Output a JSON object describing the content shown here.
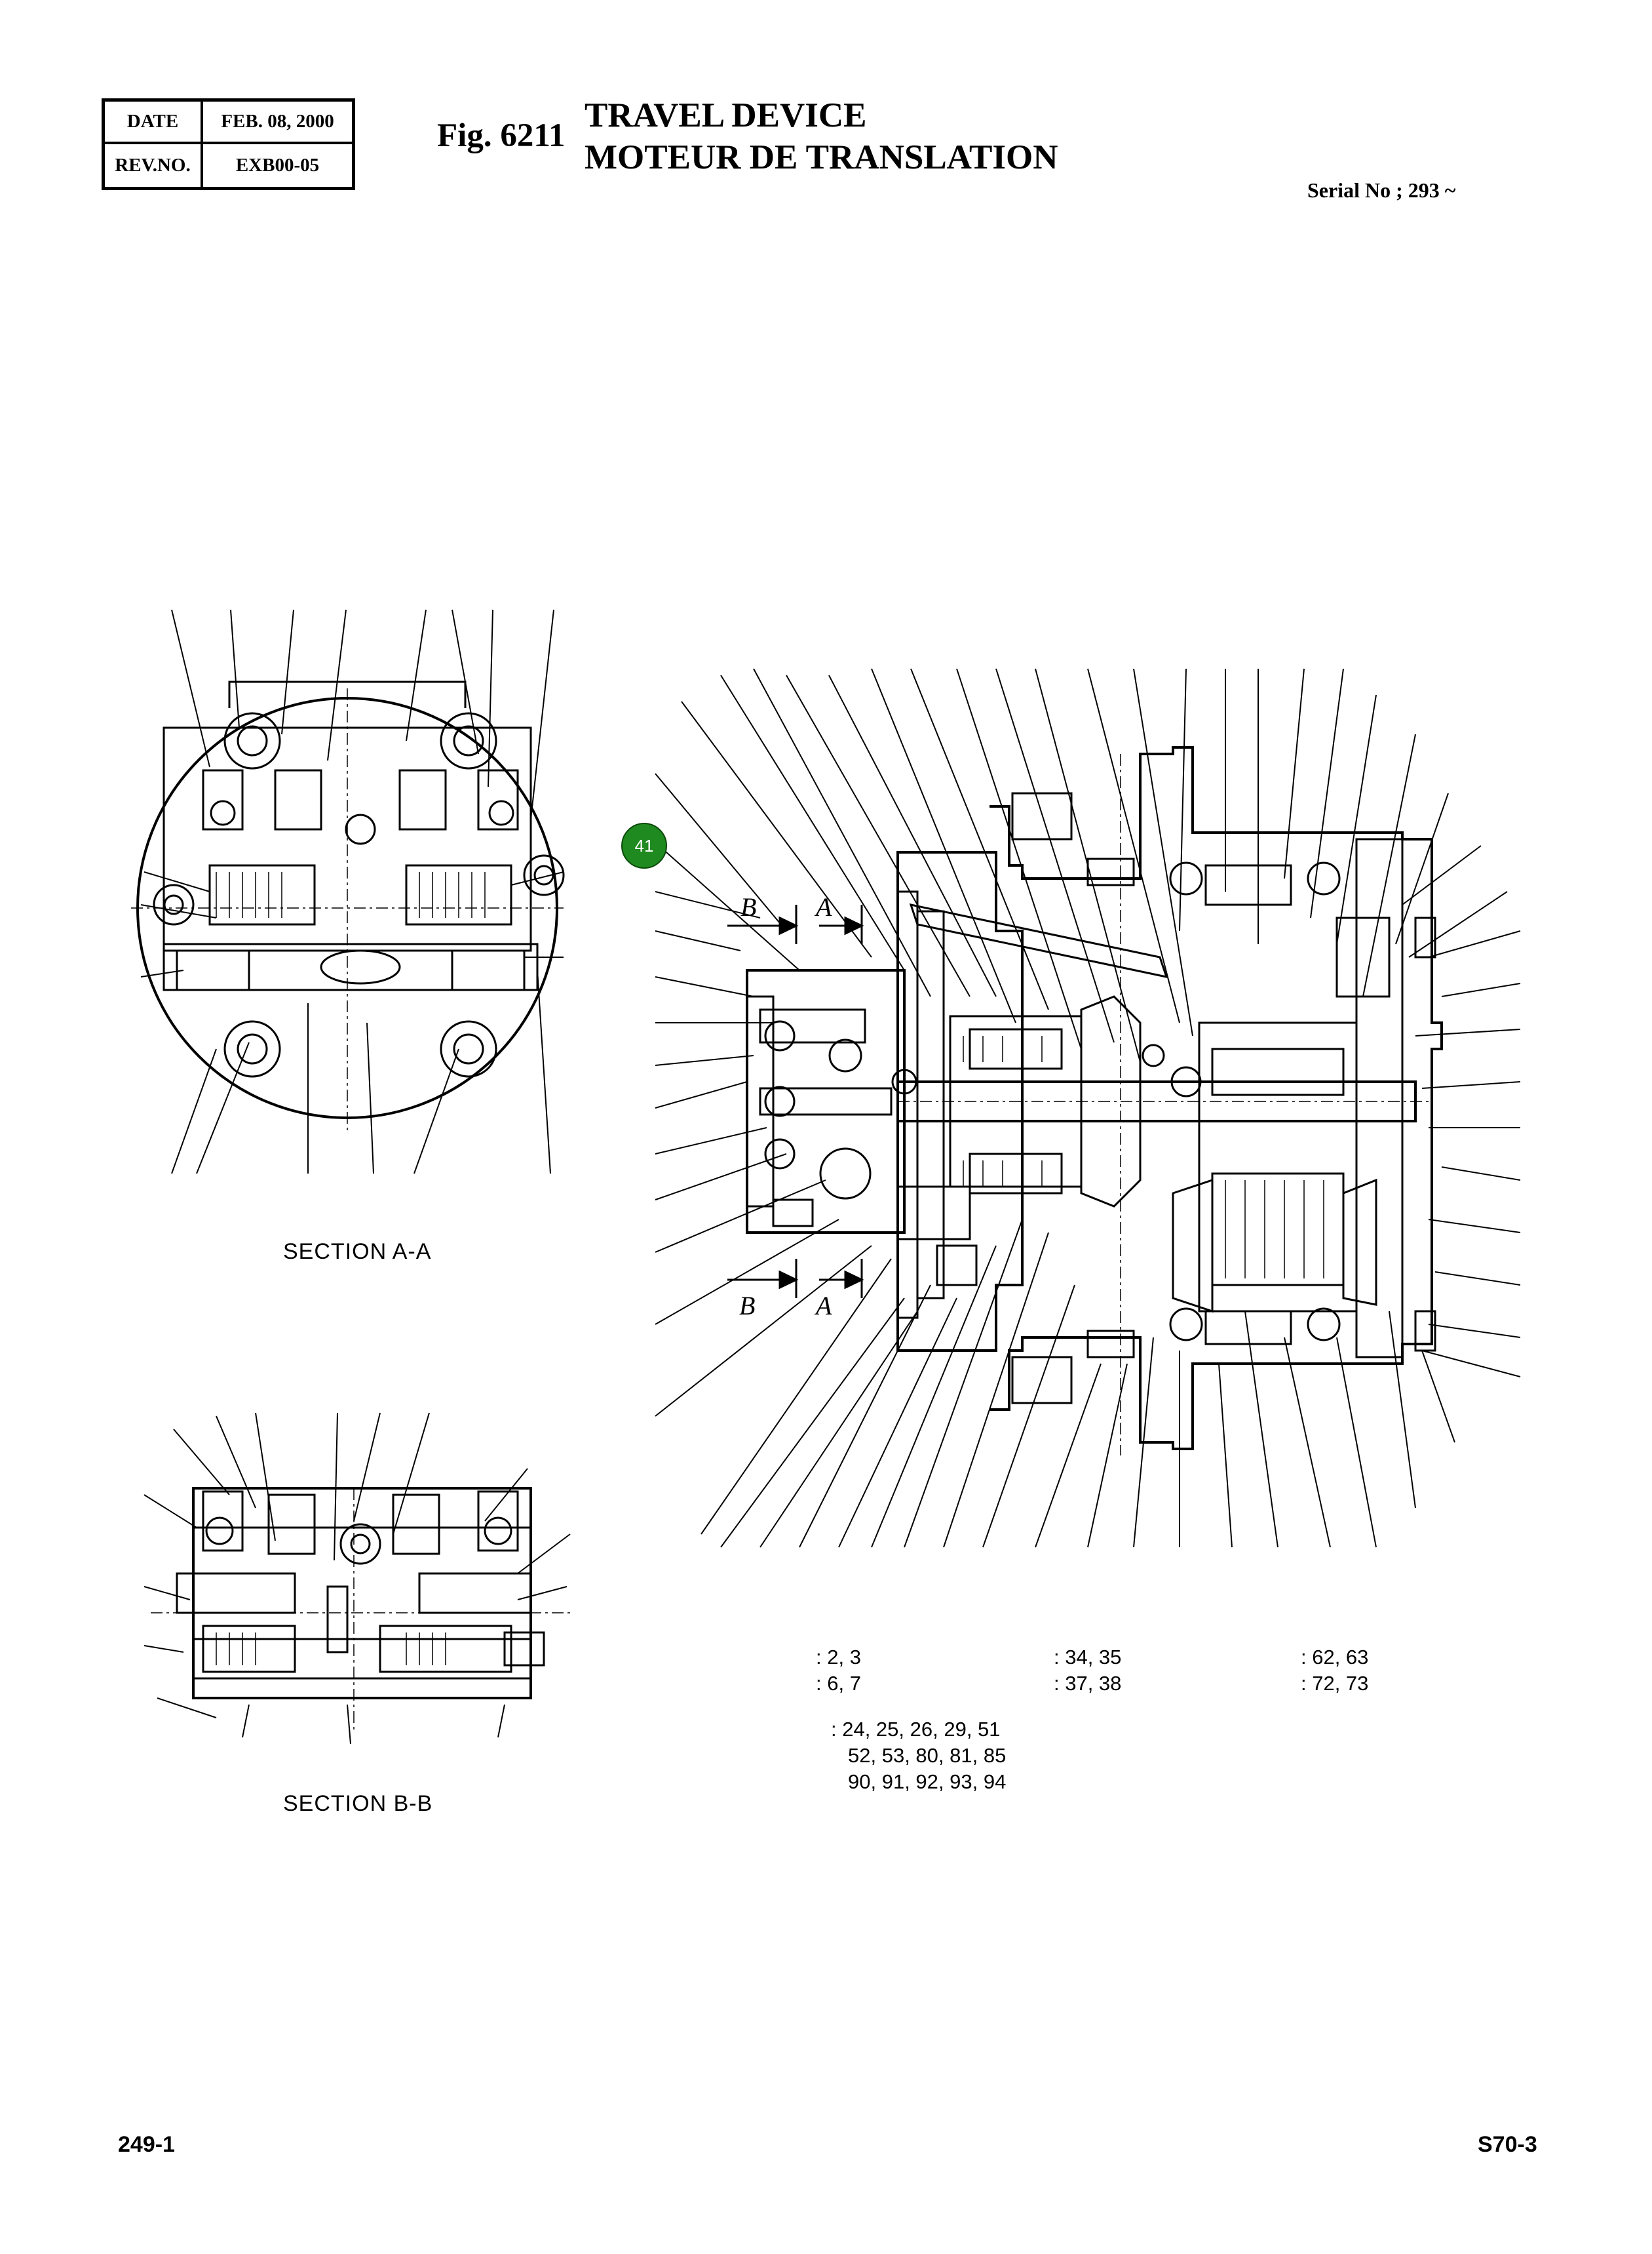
{
  "header": {
    "date_label": "DATE",
    "date_value": "FEB. 08, 2000",
    "rev_label": "REV.NO.",
    "rev_value": "EXB00-05",
    "fig": "Fig. 6211",
    "title_en": "TRAVEL DEVICE",
    "title_fr": "MOTEUR DE TRANSLATION",
    "serial": "Serial No ; 293 ~"
  },
  "sections": {
    "aa": "SECTION  A-A",
    "bb": "SECTION  B-B",
    "cut_b": "B",
    "cut_a": "A"
  },
  "callout": {
    "label": "41",
    "color": "#1f8a1f"
  },
  "references": {
    "col1": [
      ": 2, 3",
      ": 6, 7"
    ],
    "col2": [
      ": 34, 35",
      ": 37, 38"
    ],
    "col3": [
      ": 62, 63",
      ": 72, 73"
    ],
    "group": [
      ": 24, 25, 26, 29, 51",
      "52, 53, 80, 81, 85",
      "90, 91, 92, 93, 94"
    ]
  },
  "footer": {
    "left": "249-1",
    "right": "S70-3"
  }
}
